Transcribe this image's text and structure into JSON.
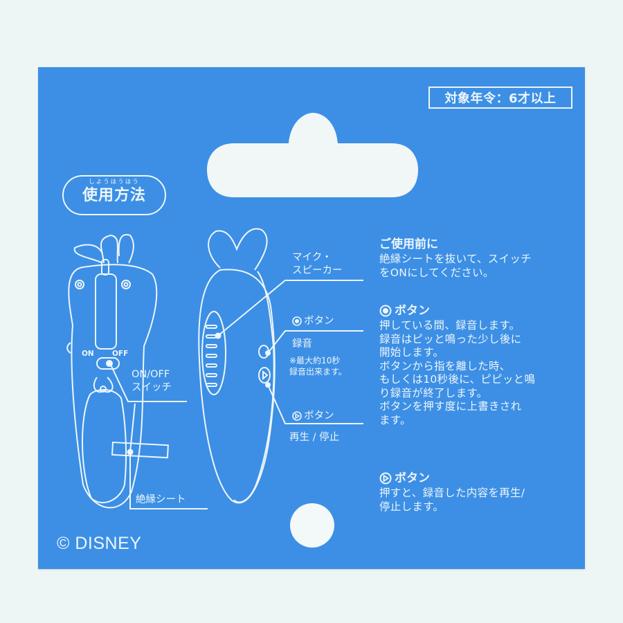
{
  "package": {
    "background_color": "#eef6f5",
    "card_color": "#3c8fe5",
    "line_color": "#eef6fb",
    "age_label": "対象年令：6才以上",
    "howto": {
      "ruby": "しようほうほう",
      "title": "使用方法"
    },
    "diagram_left": {
      "switch_on": "ON",
      "switch_off": "OFF",
      "switch_label_1": "ON/OFF",
      "switch_label_2": "スイッチ",
      "sheet_label": "絶縁シート"
    },
    "diagram_right": {
      "mic_label_1": "マイク・",
      "mic_label_2": "スピーカー",
      "rec_button": "ボタン",
      "rec_label": "録音",
      "rec_note_1": "※最大約10秒",
      "rec_note_2": "録音出来ます。",
      "play_button": "ボタン",
      "play_label": "再生 / 停止"
    },
    "instructions": {
      "before_use": {
        "heading": "ご使用前に",
        "lines": [
          "絶縁シートを抜いて、スイッチ",
          "をONにしてください。"
        ]
      },
      "record_button": {
        "icon": "record-circle-icon",
        "heading": "ボタン",
        "lines": [
          "押している間、録音します。",
          "録音はピッと鳴った少し後に",
          "開始します。",
          "ボタンから指を離した時、",
          "もしくは10秒後に、ピピッと鳴",
          "り録音が終了します。",
          "ボタンを押す度に上書きされ",
          "ます。"
        ]
      },
      "play_button": {
        "icon": "play-circle-icon",
        "heading": "ボタン",
        "lines": [
          "押すと、録音した内容を再生/",
          "停止します。"
        ]
      }
    },
    "copyright": "© DISNEY"
  }
}
